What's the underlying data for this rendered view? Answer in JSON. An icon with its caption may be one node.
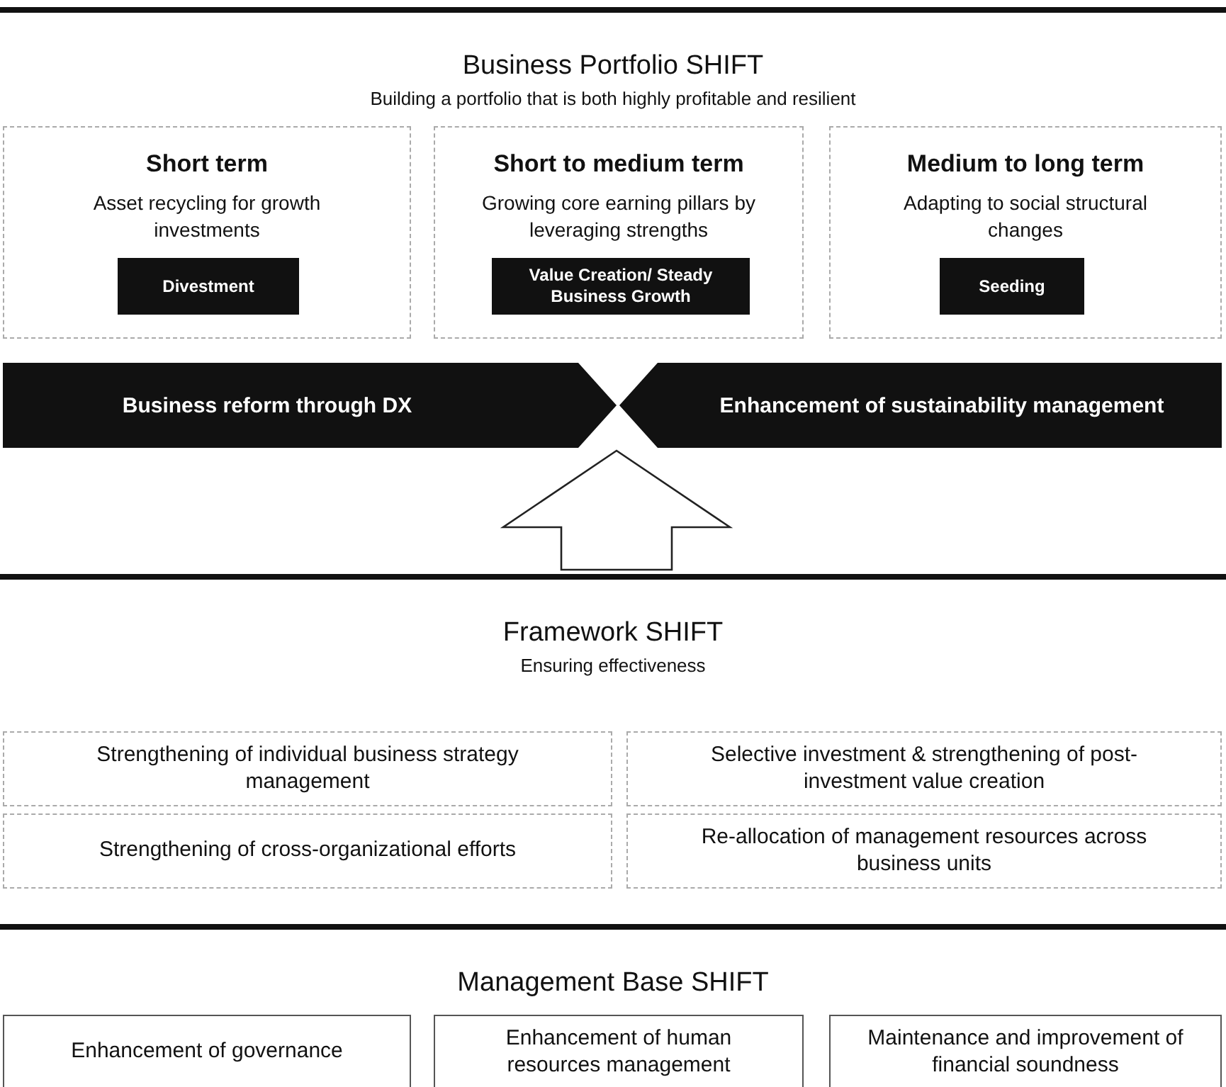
{
  "diagram": {
    "nodes": [
      {
        "text": [
          "Business Portfolio SHIFT",
          "Building a portfolio that is both highly profitable and resilient"
        ]
      },
      {
        "text": [
          "Short term",
          "Asset recycling for growth investments"
        ],
        "in": 0
      },
      {
        "text": [
          "Divestment"
        ],
        "in": 1
      },
      {
        "text": [
          "Short to medium term",
          "Growing core earning pillars by leveraging strengths"
        ],
        "in": 0
      },
      {
        "text": [
          "Value Creation/ Steady Business Growth"
        ],
        "in": 3
      },
      {
        "text": [
          "Medium to long term",
          "Adapting to social structural changes"
        ],
        "in": 0
      },
      {
        "text": [
          "Seeding"
        ],
        "in": 5
      },
      {
        "text": [
          "Business reform through DX"
        ],
        "in": 0
      },
      {
        "text": [
          "Enhancement of sustainability management"
        ],
        "in": 0
      },
      {
        "text": [
          "Framework SHIFT",
          "Ensuring effectiveness"
        ]
      },
      {
        "text": [
          "Strengthening of individual business strategy management"
        ],
        "in": 9
      },
      {
        "text": [
          "Selective investment & strengthening of post-investment value creation"
        ],
        "in": 9
      },
      {
        "text": [
          "Strengthening of cross-organizational efforts"
        ],
        "in": 9
      },
      {
        "text": [
          "Re-allocation of management resources across business units"
        ],
        "in": 9
      },
      {
        "text": [
          "Management Base SHIFT"
        ]
      },
      {
        "text": [
          "Enhancement of governance"
        ],
        "in": 14
      },
      {
        "text": [
          "Enhancement of human resources management"
        ],
        "in": 14
      },
      {
        "text": [
          "Maintenance and improvement of financial soundness"
        ],
        "in": 14
      }
    ],
    "edges": [
      {
        "from": 9,
        "to": 0,
        "arrow": "to"
      }
    ]
  }
}
